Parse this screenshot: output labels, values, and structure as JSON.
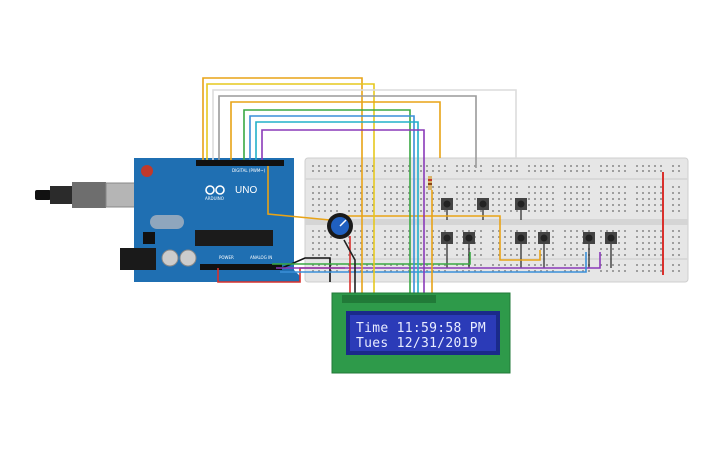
{
  "lcd": {
    "line1": "Time 11:59:58 PM",
    "line2": "Tues  12/31/2019"
  },
  "arduino": {
    "model": "UNO",
    "brand": "ARDUINO",
    "digital_label": "DIGITAL (PWM~)",
    "power_label": "POWER",
    "analog_label": "ANALOG IN"
  },
  "colors": {
    "board": "#1f6fb2",
    "lcd_pcb": "#2e9a4a",
    "lcd_screen": "#2b3bb8",
    "breadboard": "#e6e6e6",
    "wire_orange": "#e8a317",
    "wire_yellow": "#e6c81e",
    "wire_green": "#3aa843",
    "wire_blue": "#3a8fd8",
    "wire_purple": "#8a3ab9",
    "wire_red": "#d9302c",
    "wire_gray": "#9a9a9a"
  }
}
